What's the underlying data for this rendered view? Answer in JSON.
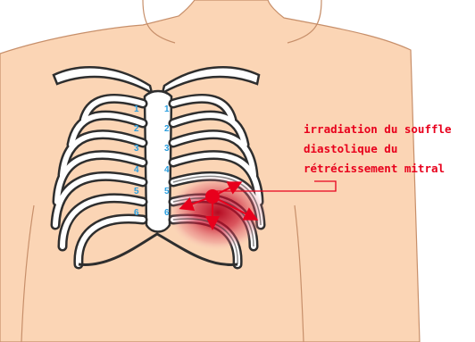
{
  "annotation": {
    "line1": "irradiation du souffle",
    "line2": "diastolique du",
    "line3": "rétrécissement mitral"
  },
  "rib_numbers": {
    "right_side": [
      "1",
      "2",
      "3",
      "4",
      "5",
      "6"
    ],
    "left_side": [
      "1",
      "2",
      "3",
      "4",
      "5",
      "6"
    ]
  },
  "colors": {
    "skin": "#fbd5b5",
    "outline": "#2e2e2e",
    "bone": "#ffffff",
    "rib_numbers": "#2a9fe0",
    "accent_red": "#e8001c",
    "radiation_zone": "#c8102e"
  },
  "icons": {
    "focus_marker": "red-dot-icon",
    "radiation_arrows": "arrow-icon"
  }
}
